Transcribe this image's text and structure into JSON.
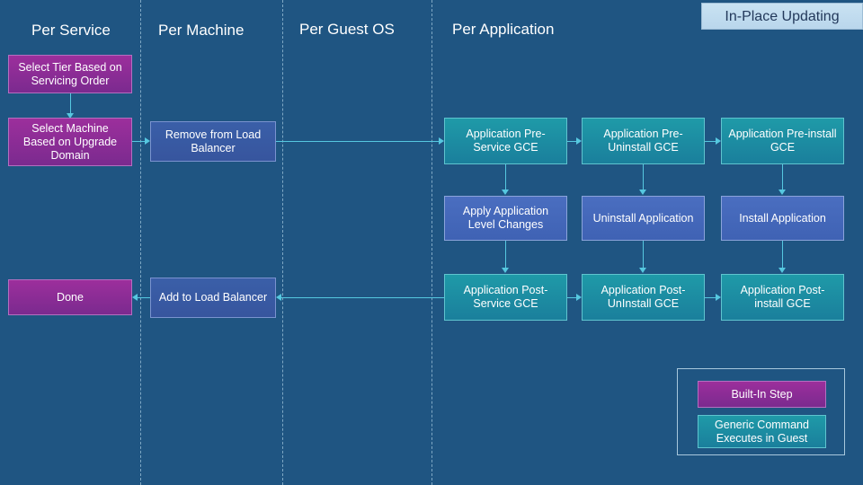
{
  "title_box": {
    "label": "In-Place Updating"
  },
  "columns": [
    {
      "label": "Per Service"
    },
    {
      "label": "Per Machine"
    },
    {
      "label": "Per Guest OS"
    },
    {
      "label": "Per Application"
    }
  ],
  "nodes": {
    "select_tier": "Select Tier Based on Servicing Order",
    "select_machine": "Select Machine Based on Upgrade Domain",
    "done": "Done",
    "remove_lb": "Remove from Load Balancer",
    "add_lb": "Add to Load Balancer",
    "app_pre_service": "Application Pre-Service GCE",
    "apply_app_level": "Apply Application Level Changes",
    "app_post_service": "Application Post-Service GCE",
    "app_pre_uninstall": "Application Pre-Uninstall GCE",
    "uninstall_app": "Uninstall Application",
    "app_post_uninstall": "Application Post-UnInstall GCE",
    "app_pre_install": "Application Pre-install GCE",
    "install_app": "Install Application",
    "app_post_install": "Application Post-install GCE"
  },
  "legend": {
    "built_in": "Built-In Step",
    "generic": "Generic Command Executes in Guest"
  },
  "colors": {
    "background": "#1f5582",
    "purple": "#9c2f9c",
    "teal": "#1f9aa8",
    "connector": "#56c8e0",
    "title_box": "#c9e2f2",
    "divider": "#7fa8c4"
  }
}
